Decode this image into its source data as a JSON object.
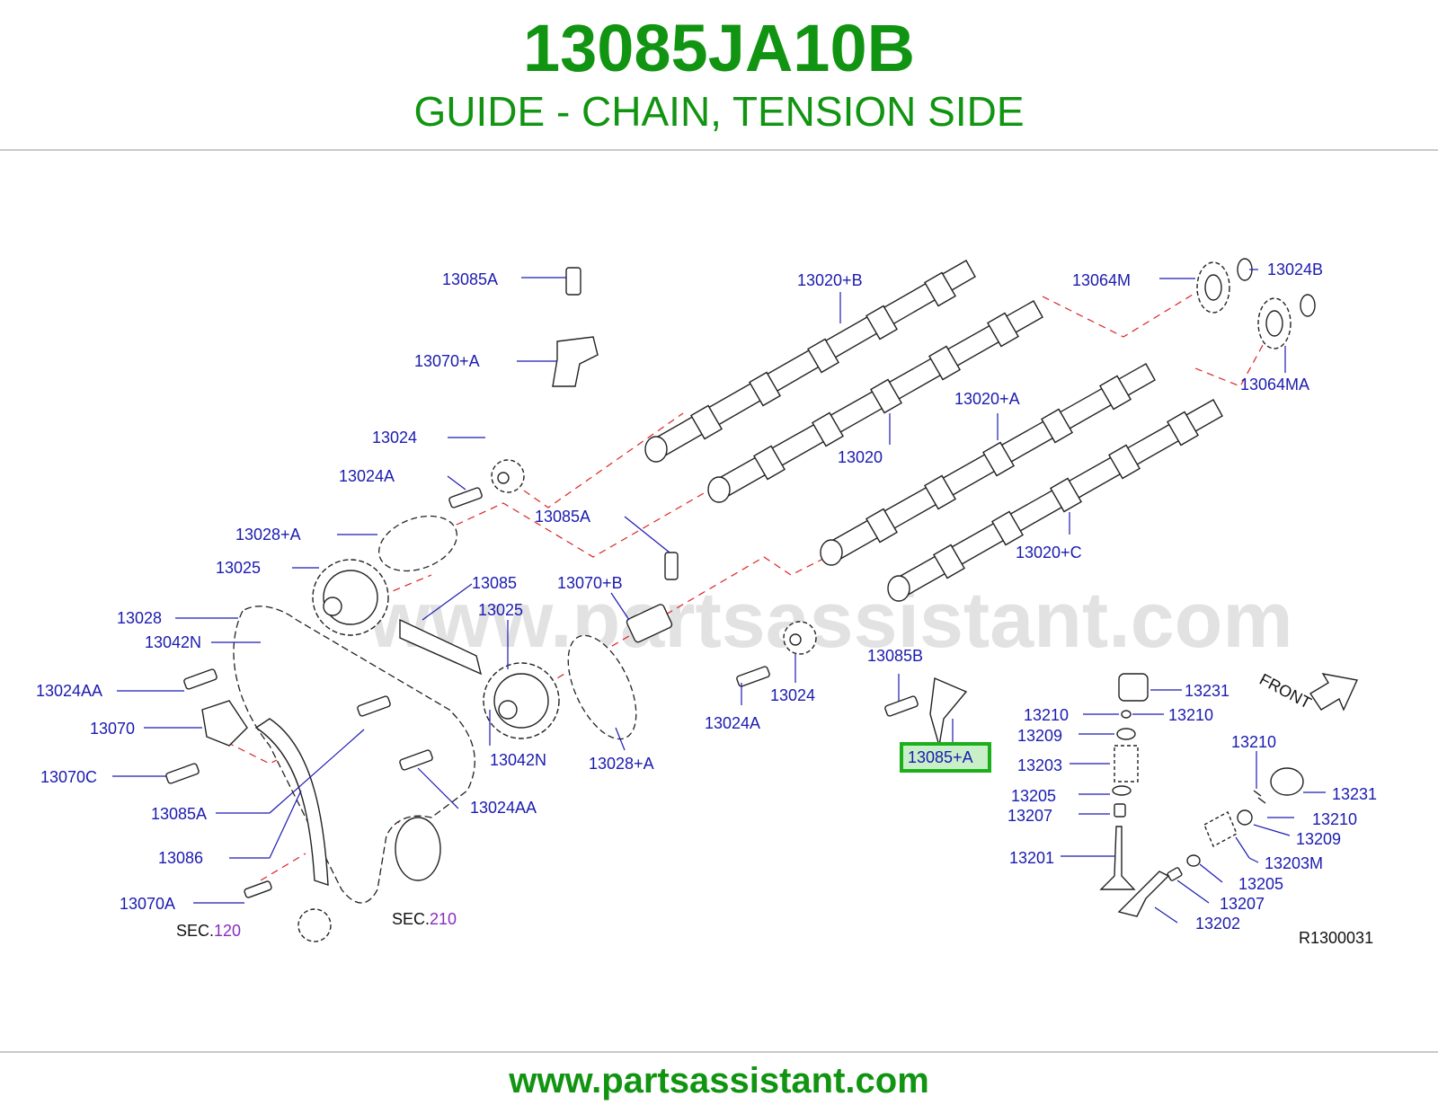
{
  "header": {
    "part_number": "13085JA10B",
    "description": "GUIDE - CHAIN, TENSION SIDE"
  },
  "watermark": "www.partsassistant.com",
  "footer": {
    "url": "www.partsassistant.com"
  },
  "diagram": {
    "reference_code": "R1300031",
    "front_label": "FRONT",
    "highlighted_part": "13085+A",
    "callouts": {
      "c13085A_top": "13085A",
      "c13070pA": "13070+A",
      "c13020pB": "13020+B",
      "c13064M": "13064M",
      "c13024B": "13024B",
      "c13064MA": "13064MA",
      "c13024_top": "13024",
      "c13024A_left": "13024A",
      "c13020": "13020",
      "c13020pA": "13020+A",
      "c13028pA_left": "13028+A",
      "c13085A_mid": "13085A",
      "c13025_left": "13025",
      "c13085": "13085",
      "c13070pB": "13070+B",
      "c13025_mid": "13025",
      "c13020pC": "13020+C",
      "c13028": "13028",
      "c13042N_left": "13042N",
      "c13024AA_left": "13024AA",
      "c13024A_right": "13024A",
      "c13024_right": "13024",
      "c13085B": "13085B",
      "c13070": "13070",
      "c13042N_mid": "13042N",
      "c13028pA_right": "13028+A",
      "c13070C": "13070C",
      "c13085A_low": "13085A",
      "c13024AA_mid": "13024AA",
      "c13086": "13086",
      "c13070A": "13070A",
      "c13231_a": "13231",
      "c13210_a": "13210",
      "c13210_b": "13210",
      "c13209_a": "13209",
      "c13203": "13203",
      "c13205_a": "13205",
      "c13207_a": "13207",
      "c13201": "13201",
      "c13210_c": "13210",
      "c13231_b": "13231",
      "c13210_d": "13210",
      "c13209_b": "13209",
      "c13203M": "13203M",
      "c13205_b": "13205",
      "c13207_b": "13207",
      "c13202": "13202"
    },
    "sec_refs": [
      {
        "prefix": "SEC.",
        "number": "120"
      },
      {
        "prefix": "SEC.",
        "number": "210"
      }
    ]
  }
}
